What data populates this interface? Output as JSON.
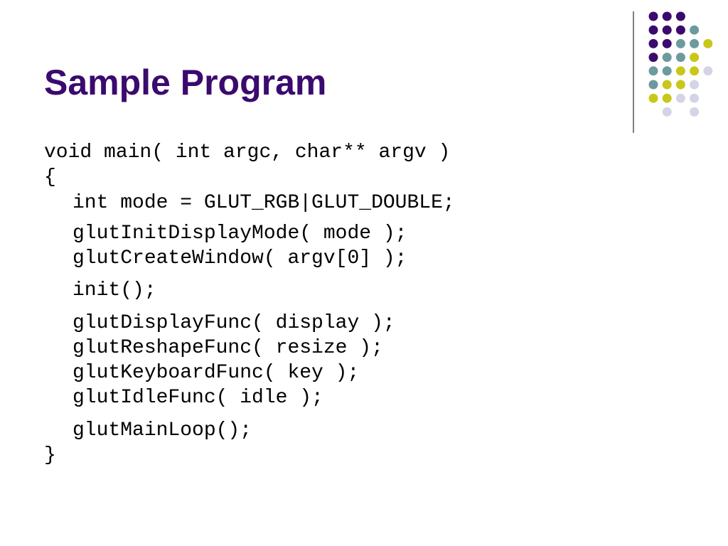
{
  "slide": {
    "title": "Sample Program",
    "title_color": "#3b0a6e",
    "code_lines": [
      {
        "text": "void main( int argc, char** argv )",
        "indent": 0
      },
      {
        "text": "{",
        "indent": 0
      },
      {
        "text": "int mode = GLUT_RGB|GLUT_DOUBLE;",
        "indent": 1
      },
      {
        "text": "glutInitDisplayMode( mode );",
        "indent": 1
      },
      {
        "text": "glutCreateWindow( argv[0] );",
        "indent": 1
      },
      {
        "text": "init();",
        "indent": 1
      },
      {
        "text": "glutDisplayFunc( display );",
        "indent": 1
      },
      {
        "text": "glutReshapeFunc( resize );",
        "indent": 1
      },
      {
        "text": "glutKeyboardFunc( key );",
        "indent": 1
      },
      {
        "text": "glutIdleFunc( idle );",
        "indent": 1
      },
      {
        "text": "glutMainLoop();",
        "indent": 1
      },
      {
        "text": "}",
        "indent": 0
      }
    ]
  },
  "decoration": {
    "colors": {
      "purple": "#3b0a6e",
      "teal": "#6d9a9e",
      "yellow": "#c8c81a",
      "lavender": "#d4d4e8"
    },
    "dot_grid": [
      [
        "purple",
        "purple",
        "purple",
        "",
        "",
        ""
      ],
      [
        "purple",
        "purple",
        "purple",
        "teal",
        "",
        ""
      ],
      [
        "purple",
        "purple",
        "teal",
        "teal",
        "yellow",
        ""
      ],
      [
        "purple",
        "teal",
        "teal",
        "yellow",
        "",
        ""
      ],
      [
        "teal",
        "teal",
        "yellow",
        "yellow",
        "lavender",
        ""
      ],
      [
        "teal",
        "yellow",
        "yellow",
        "lavender",
        "",
        ""
      ],
      [
        "yellow",
        "yellow",
        "lavender",
        "lavender",
        "",
        ""
      ],
      [
        "",
        "lavender",
        "",
        "lavender",
        "",
        ""
      ]
    ]
  }
}
